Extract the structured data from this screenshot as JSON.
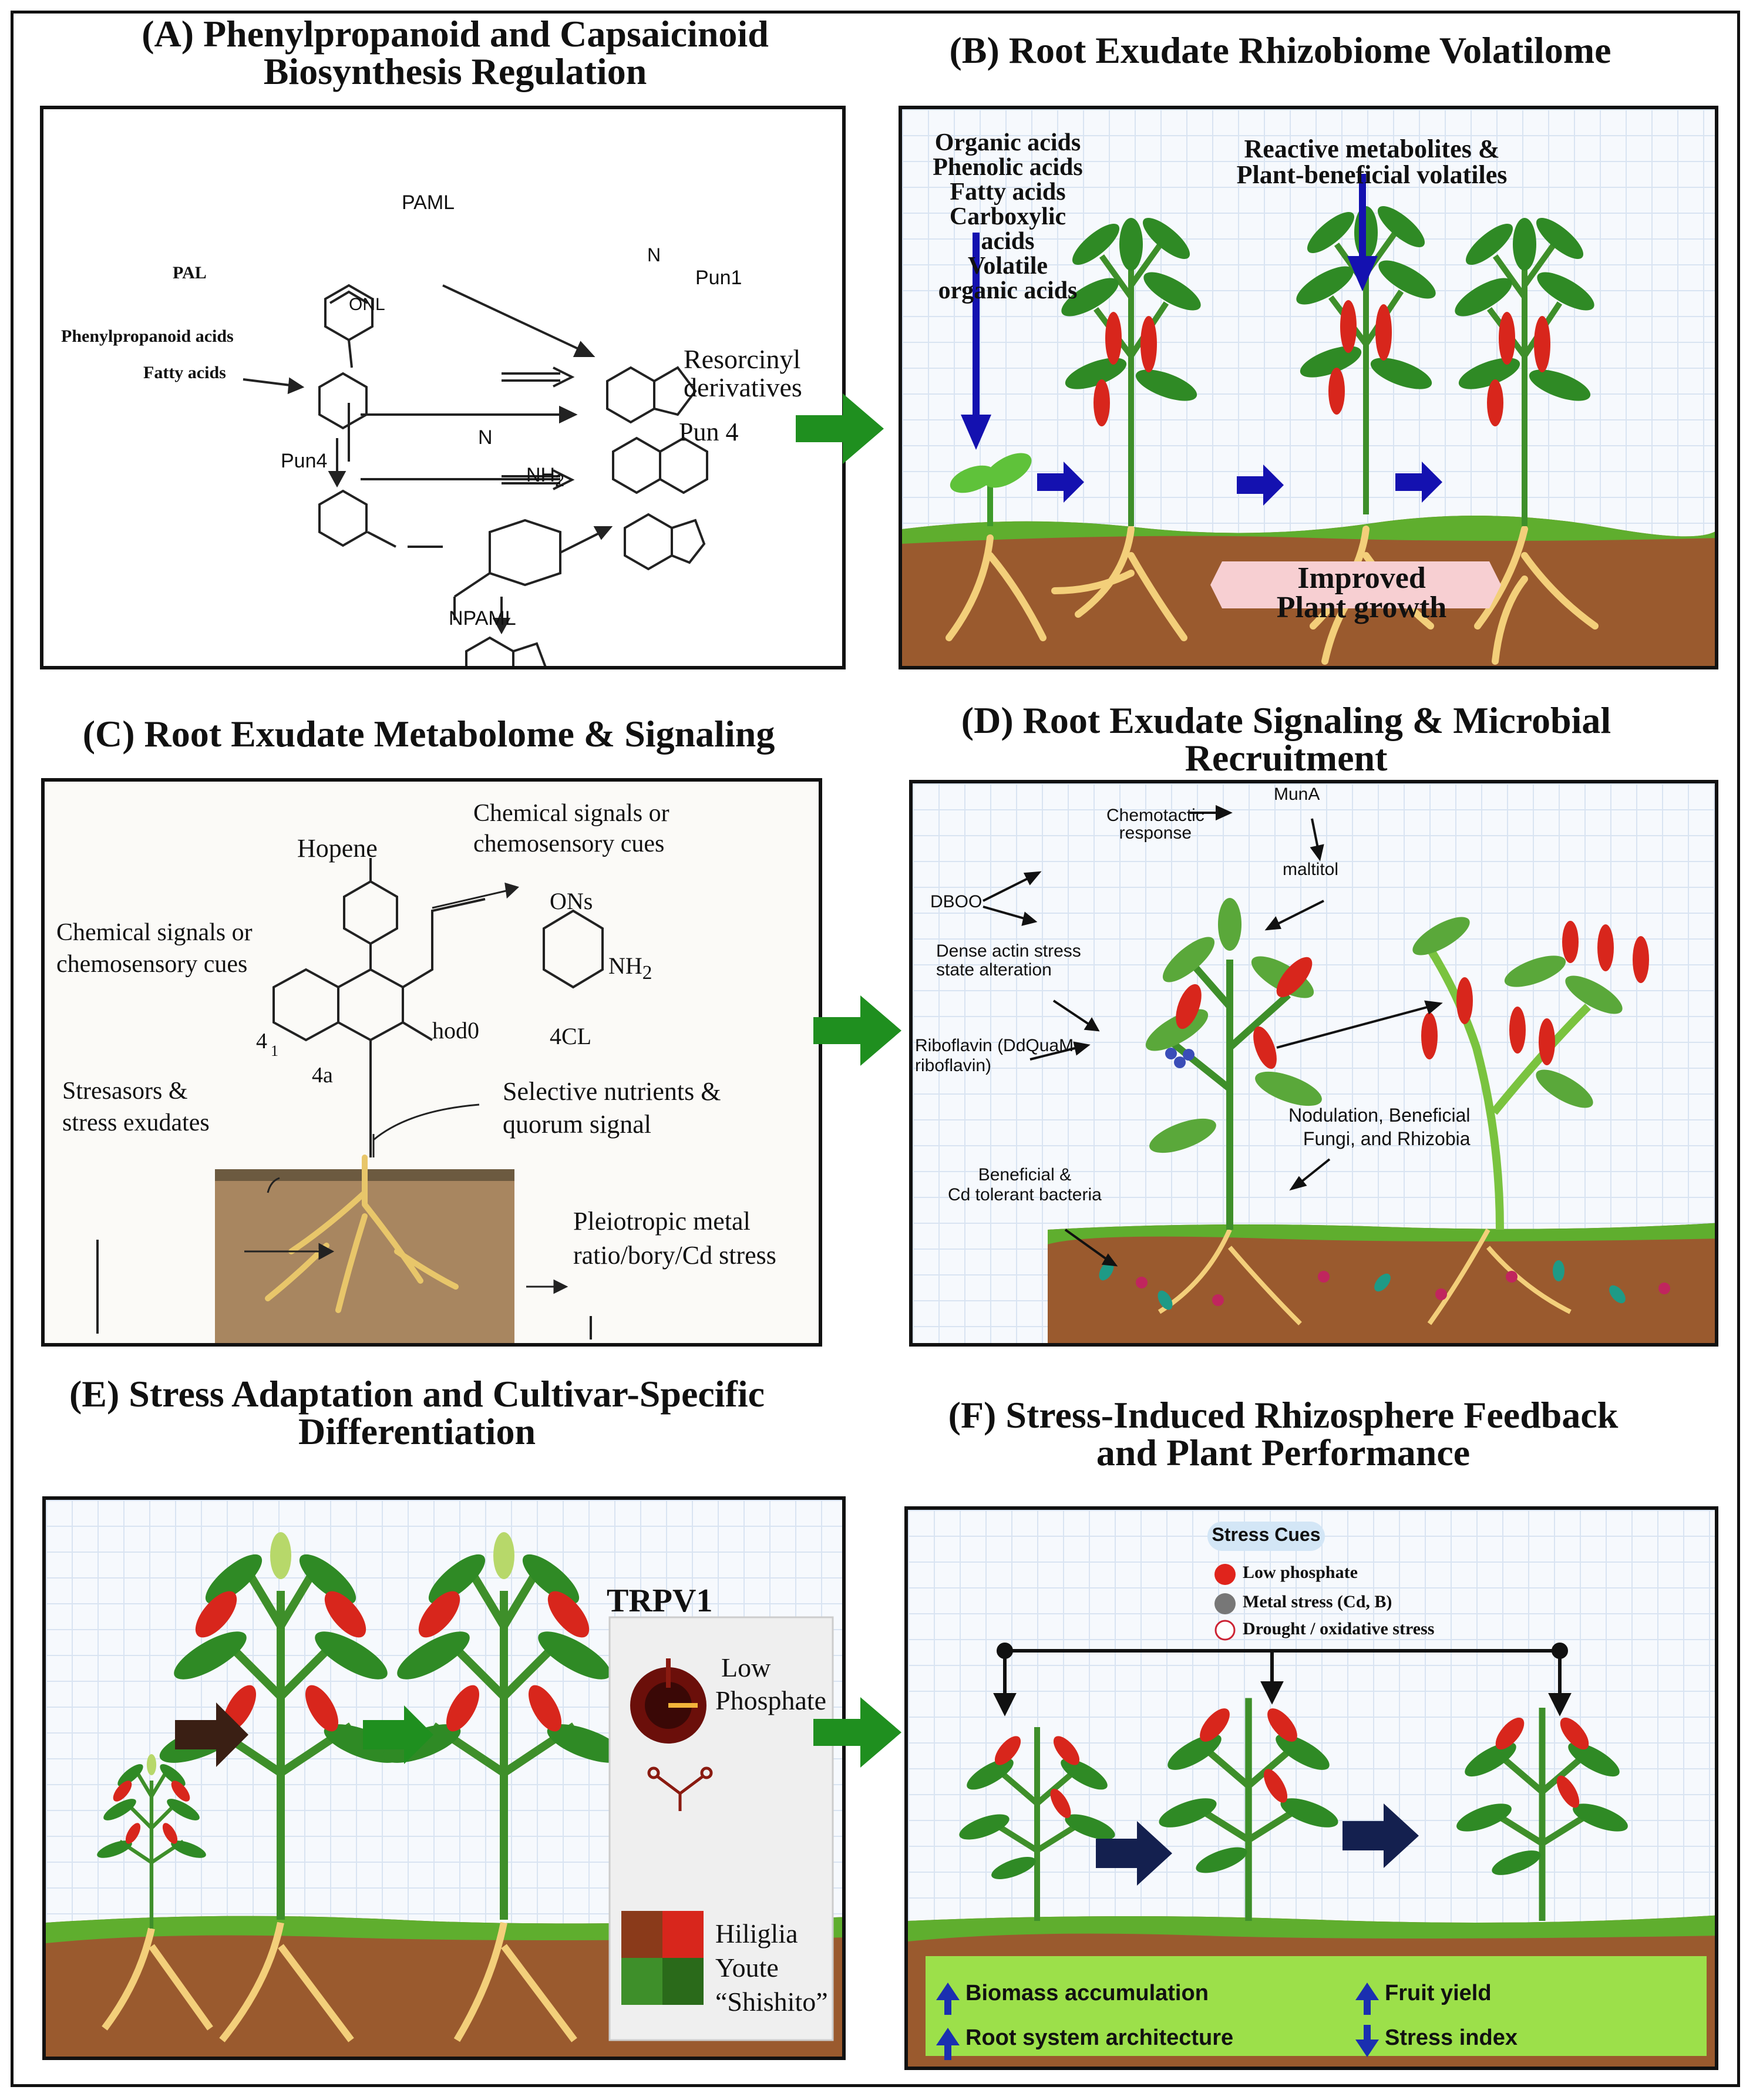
{
  "panel_a": {
    "title_line1": "(A) Phenylpropanoid and Capsaicinoid",
    "title_line2": "Biosynthesis Regulation",
    "labels": {
      "paml": "PAML",
      "pal": "PAL",
      "onl": "ONL",
      "phenylpropanoid_acids": "Phenylpropanoid acids",
      "fatty_acids": "Fatty acids",
      "pun1": "Pun1",
      "resorcinyl1": "Resorcinyl",
      "resorcinyl2": "derivatives",
      "pun4_left": "Pun4",
      "pun4_right": "Pun 4",
      "npaml": "NPAML",
      "n": "N",
      "o": "O",
      "nh2": "NH",
      "sub2": "2"
    }
  },
  "panel_b": {
    "title": "(B) Root Exudate Rhizobiome Volatilome",
    "exudate_lines": [
      "Organic acids",
      "Phenolic acids",
      "Fatty acids",
      "Carboxylic",
      "acids",
      "Volatile",
      "organic acids"
    ],
    "reactive1": "Reactive metabolites &",
    "reactive2": "Plant-beneficial volatiles",
    "improved1": "Improved",
    "improved2": "Plant growth"
  },
  "panel_c": {
    "title": "(C) Root Exudate Metabolome & Signaling",
    "hopene": "Hopene",
    "chem_right1": "Chemical signals or",
    "chem_right2": "chemosensory cues",
    "chem_left1": "Chemical signals or",
    "chem_left2": "chemosensory cues",
    "ons": "ONs",
    "nh2": "NH",
    "sub2": "2",
    "hod0": "hod0",
    "cl4": "4CL",
    "label_4": "4",
    "label_1": "1",
    "label_4a": "4a",
    "stress1": "Stresasors &",
    "stress2": "stress exudates",
    "selective1": "Selective nutrients &",
    "selective2": "quorum signal",
    "pleio1": "Pleiotropic metal",
    "pleio2": "ratio/bory/Cd stress"
  },
  "panel_d": {
    "title_line1": "(D) Root Exudate Signaling & Microbial",
    "title_line2": "Recruitment",
    "chemotactic1": "Chemotactic",
    "chemotactic2": "response",
    "muna": "MunA",
    "maltitol": "maltitol",
    "dboo": "DBOO",
    "dense1": "Dense actin stress",
    "dense2": "state alteration",
    "ribo1": "Riboflavin (DdQuaM",
    "ribo2": "riboflavin)",
    "nod1": "Nodulation, Beneficial",
    "nod2": "Fungi, and Rhizobia",
    "bene1": "Beneficial  &",
    "bene2": "Cd tolerant bacteria"
  },
  "panel_e": {
    "title_line1": "(E) Stress Adaptation and Cultivar-Specific",
    "title_line2": "Differentiation",
    "trpv1": "TRPV1",
    "low": "Low",
    "phosphate": "Phosphate",
    "cult1": "Hiliglia",
    "cult2": "Youte",
    "cult3": "“Shishito”"
  },
  "panel_f": {
    "title_line1": "(F) Stress-Induced Rhizosphere Feedback",
    "title_line2": "and Plant Performance",
    "stress_cues": "Stress Cues",
    "cue1": "Low phosphate",
    "cue2": "Metal stress (Cd, B)",
    "cue3": "Drought / oxidative stress",
    "out1": "Biomass accumulation",
    "out2": "Fruit yield",
    "out3": "Root system architecture",
    "out4": "Stress  index"
  },
  "colors": {
    "green_arrow": "#1f8f1f",
    "navy_arrow": "#14204f",
    "blue_arrow": "#1411b0",
    "pepper_red": "#d8261c",
    "leaf_green": "#2f8a25",
    "soil_brown": "#9a5a2e",
    "root_yellow": "#f3cf7a",
    "outcome_bg": "#9ce04a"
  }
}
